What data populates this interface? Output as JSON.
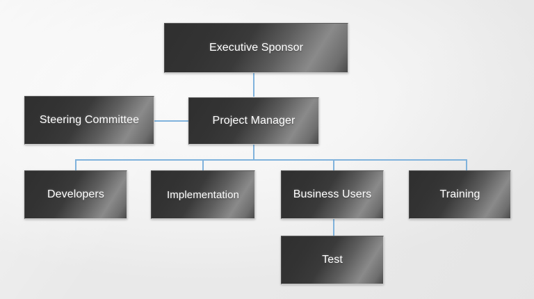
{
  "chart_data": {
    "type": "diagram",
    "diagram_kind": "organizational-chart",
    "title": "",
    "background_color": "#f2f2f2",
    "node_fill_dark": "#333333",
    "node_fill_light": "#8a8a8a",
    "node_text_color": "#ffffff",
    "connector_color": "#7fb2dc",
    "levels": [
      {
        "level": 1,
        "nodes": [
          "Executive Sponsor"
        ]
      },
      {
        "level": 2,
        "nodes": [
          "Steering Committee",
          "Project Manager"
        ]
      },
      {
        "level": 3,
        "nodes": [
          "Developers",
          "Implementation",
          "Business Users",
          "Training"
        ]
      },
      {
        "level": 4,
        "nodes": [
          "Test"
        ]
      }
    ],
    "edges": [
      {
        "from": "Executive Sponsor",
        "to": "Project Manager",
        "style": "vertical"
      },
      {
        "from": "Steering Committee",
        "to": "Project Manager",
        "style": "horizontal"
      },
      {
        "from": "Project Manager",
        "to": "Developers",
        "style": "elbow"
      },
      {
        "from": "Project Manager",
        "to": "Implementation",
        "style": "elbow"
      },
      {
        "from": "Project Manager",
        "to": "Business Users",
        "style": "elbow"
      },
      {
        "from": "Project Manager",
        "to": "Training",
        "style": "elbow"
      },
      {
        "from": "Business Users",
        "to": "Test",
        "style": "vertical"
      }
    ]
  },
  "nodes": {
    "executive_sponsor": {
      "label": "Executive Sponsor"
    },
    "steering_committee": {
      "label": "Steering Committee"
    },
    "project_manager": {
      "label": "Project Manager"
    },
    "developers": {
      "label": "Developers"
    },
    "implementation": {
      "label": "Implementation"
    },
    "business_users": {
      "label": "Business Users"
    },
    "training": {
      "label": "Training"
    },
    "test": {
      "label": "Test"
    }
  }
}
